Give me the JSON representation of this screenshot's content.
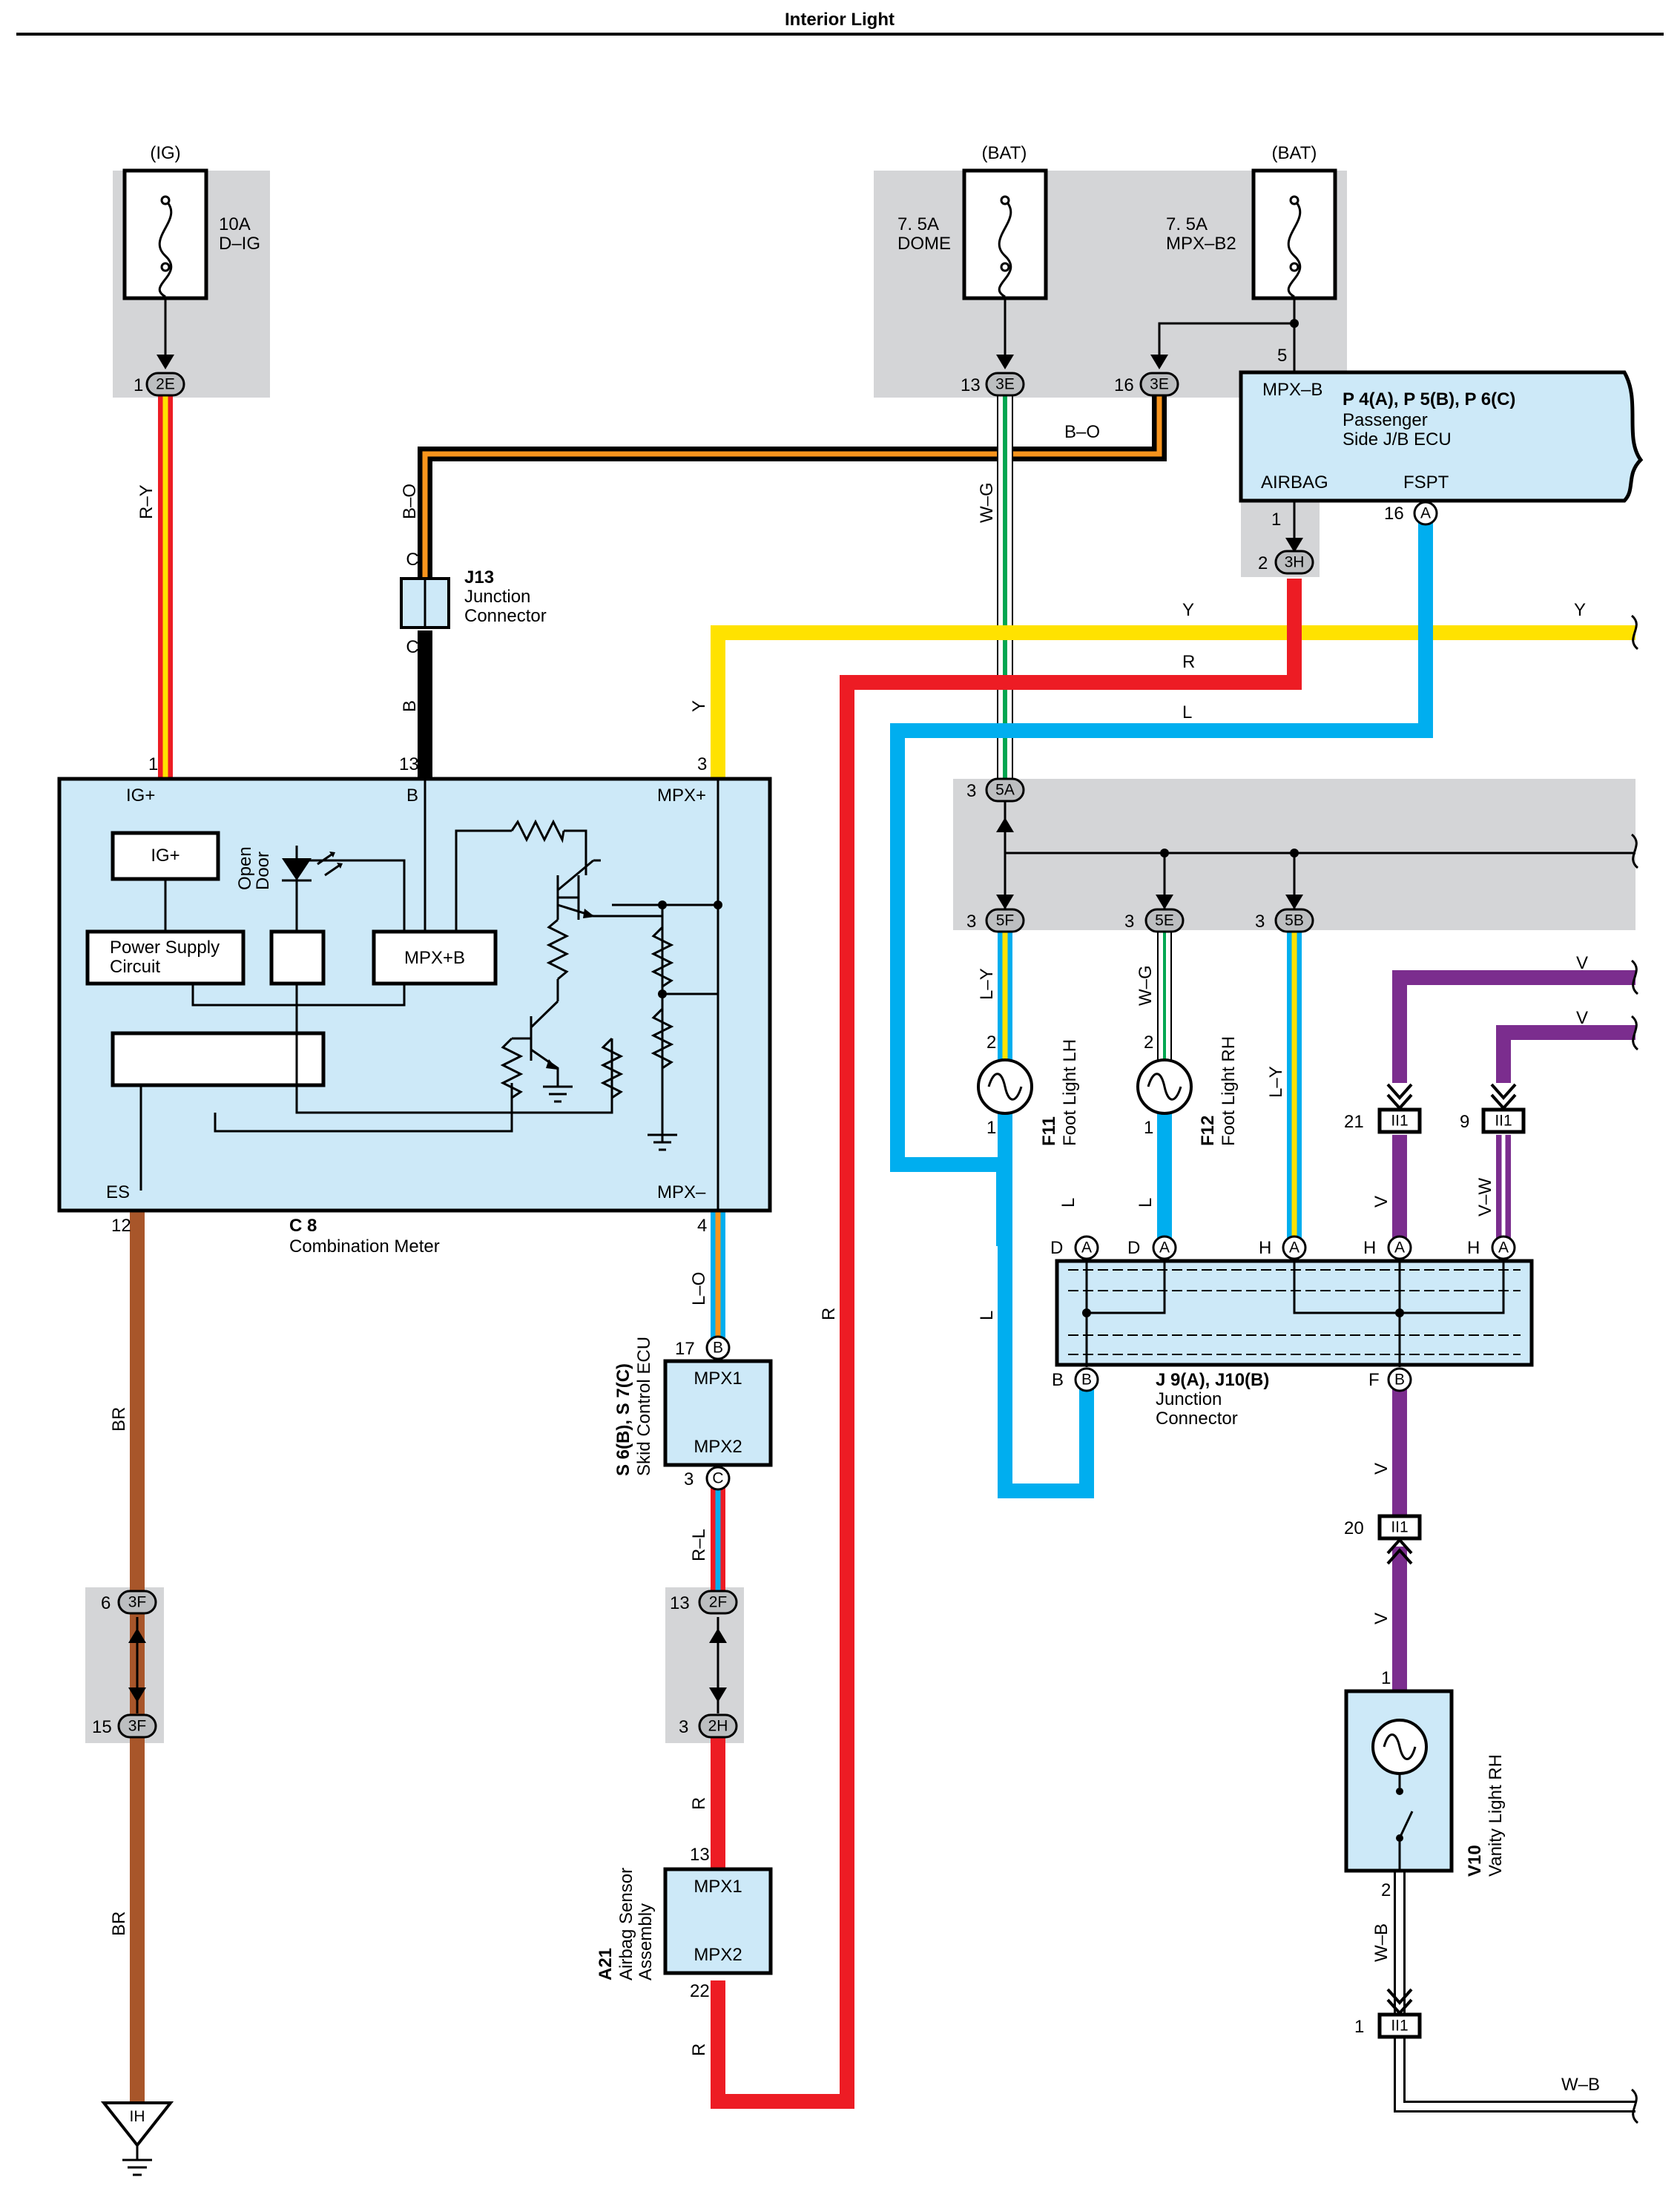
{
  "title": "Interior Light",
  "power": {
    "ig": "(IG)",
    "bat1": "(BAT)",
    "bat2": "(BAT)"
  },
  "fuses": {
    "dig_rating": "10A",
    "dig_name": "D–IG",
    "dome_rating": "7. 5A",
    "dome_name": "DOME",
    "mpxb2_rating": "7. 5A",
    "mpxb2_name": "MPX–B2"
  },
  "connectors": {
    "c2E": "2E",
    "c3E_13": "3E",
    "c3E_16": "3E",
    "c3H": "3H",
    "c5A": "5A",
    "c5F": "5F",
    "c5E": "5E",
    "c5B": "5B",
    "c3F_6": "3F",
    "c3F_15": "3F",
    "c2F": "2F",
    "c2H": "2H",
    "ii1_21": "II1",
    "ii1_9": "II1",
    "ii1_20": "II1",
    "ii1_1": "II1",
    "ground": "IH",
    "pin_A": "A",
    "pin_B": "B",
    "pin_C": "C",
    "j13_c_top": "C",
    "j13_c_bottom": "C"
  },
  "pins": {
    "p1_2E": "1",
    "p13_3E": "13",
    "p16_3E": "16",
    "p5": "5",
    "p1_airbag": "1",
    "p2_3H": "2",
    "p16_fspt": "16",
    "p1_ig": "1",
    "p13_b": "13",
    "p3_mpx": "3",
    "p12_es": "12",
    "p4_mpxm": "4",
    "p3_5A": "3",
    "p3_5F": "3",
    "p3_5E": "3",
    "p3_5B": "3",
    "p2_f11": "2",
    "p1_f11": "1",
    "p2_f12": "2",
    "p1_f12": "1",
    "p21": "21",
    "p9": "9",
    "p20": "20",
    "p1_v10": "1",
    "p2_v10": "2",
    "p1_ii1": "1",
    "p17": "17",
    "p3_c": "3",
    "p13_2F": "13",
    "p3_2H": "3",
    "p13_a21": "13",
    "p22": "22",
    "p6": "6",
    "p15": "15",
    "jD1": "D",
    "jD2": "D",
    "jH1": "H",
    "jH2": "H",
    "jH3": "H",
    "jB": "B",
    "jF": "F"
  },
  "wires": {
    "ry": "R–Y",
    "bo_top": "B–O",
    "bo_side": "B–O",
    "wg": "W–G",
    "y_top": "Y",
    "y_right": "Y",
    "y_side": "Y",
    "r_top": "R",
    "l_top": "L",
    "b": "B",
    "br1": "BR",
    "br2": "BR",
    "lo": "L–O",
    "r_long": "R",
    "rl": "R–L",
    "r_mid": "R",
    "r_low": "R",
    "ly1": "L–Y",
    "wg2": "W–G",
    "ly2": "L–Y",
    "l1": "L",
    "l2": "L",
    "l3": "L",
    "v1": "V",
    "v2": "V",
    "v3": "V",
    "vw": "V–W",
    "v4": "V",
    "v5": "V",
    "wb1": "W–B",
    "wb2": "W–B"
  },
  "components": {
    "ecu_code": "P 4(A), P 5(B), P 6(C)",
    "ecu_name1": "Passenger",
    "ecu_name2": "Side J/B ECU",
    "ecu_mpxb": "MPX–B",
    "ecu_airbag": "AIRBAG",
    "ecu_fspt": "FSPT",
    "j13_code": "J13",
    "j13_name1": "Junction",
    "j13_name2": "Connector",
    "meter_code": "C 8",
    "meter_name": "Combination Meter",
    "meter_igp": "IG+",
    "meter_b": "B",
    "meter_mpxp": "MPX+",
    "meter_es": "ES",
    "meter_mpxm": "MPX–",
    "meter_igbox": "IG+",
    "meter_ps1": "Power Supply",
    "meter_ps2": "Circuit",
    "meter_mpxb": "MPX+B",
    "meter_open": "Open",
    "meter_door": "Door",
    "skid_code": "S 6(B), S 7(C)",
    "skid_name": "Skid Control ECU",
    "skid_mpx1": "MPX1",
    "skid_mpx2": "MPX2",
    "airbag_code": "A21",
    "airbag_name1": "Airbag Sensor",
    "airbag_name2": "Assembly",
    "airbag_mpx1": "MPX1",
    "airbag_mpx2": "MPX2",
    "f11_code": "F11",
    "f11_name": "Foot Light LH",
    "f12_code": "F12",
    "f12_name": "Foot Light RH",
    "jc_code": "J 9(A), J10(B)",
    "jc_name1": "Junction",
    "jc_name2": "Connector",
    "v10_code": "V10",
    "v10_name": "Vanity Light RH"
  }
}
